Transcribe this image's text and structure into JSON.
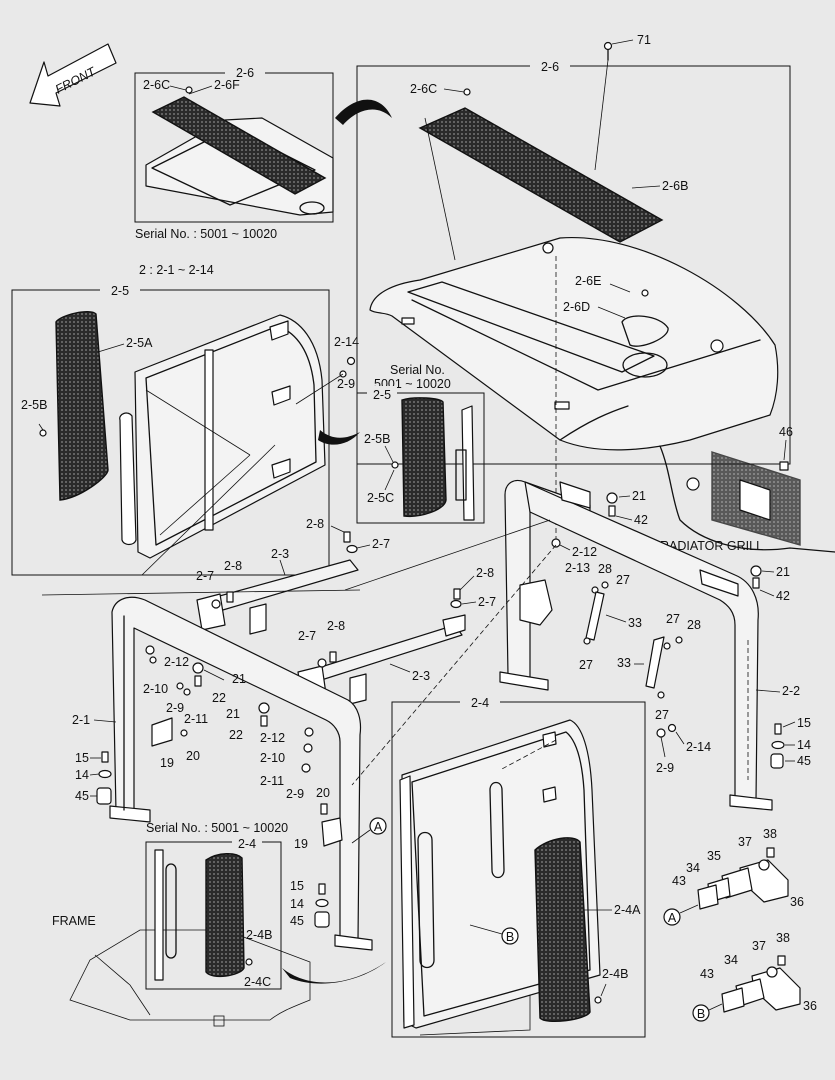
{
  "front_arrow": {
    "label": "FRONT"
  },
  "group_title": "2 : 2-1 ~ 2-14",
  "insets": {
    "inset_26": {
      "title": "2-6",
      "serial": "Serial No. : 5001 ~ 10020"
    },
    "inset_25": {
      "title": "2-5",
      "serial": "Serial No.\n5001 ~ 10020"
    },
    "inset_24": {
      "title": "2-4",
      "serial": "Serial No. : 5001 ~ 10020"
    }
  },
  "frames": {
    "frame_26": {
      "title": "2-6"
    },
    "frame_25": {
      "title": "2-5"
    },
    "frame_24": {
      "title": "2-4"
    }
  },
  "context_labels": {
    "radiator_grill": "RADIATOR GRILL",
    "frame": "FRAME"
  },
  "callouts": {
    "c71": "71",
    "i26_2_6C": "2-6C",
    "i26_2_6F": "2-6F",
    "m26_2_6C": "2-6C",
    "m26_2_6B": "2-6B",
    "m26_2_6E": "2-6E",
    "m26_2_6D": "2-6D",
    "m25_2_5A": "2-5A",
    "m25_2_5B": "2-5B",
    "m25_2_14": "2-14",
    "m25_2_9": "2-9",
    "i25_2_5B": "2-5B",
    "i25_2_5C": "2-5C",
    "c46": "46",
    "c21a": "21",
    "c42a": "42",
    "c2_12a": "2-12",
    "c2_13": "2-13",
    "c28a": "28",
    "c27a": "27",
    "c21b": "21",
    "c42b": "42",
    "c2_8a": "2-8",
    "c2_7a": "2-7",
    "c2_3a": "2-3",
    "c2_7b": "2-7",
    "c2_8b": "2-8",
    "c2_8c": "2-8",
    "c2_7c": "2-7",
    "c2_7d": "2-7",
    "c2_8d": "2-8",
    "c2_3b": "2-3",
    "c33a": "33",
    "c27b": "27",
    "c27c": "27",
    "c28b": "28",
    "c33b": "33",
    "c27d": "27",
    "c2_2": "2-2",
    "c2_14b": "2-14",
    "c2_9b": "2-9",
    "c15a": "15",
    "c14a": "14",
    "c45a": "45",
    "c2_12b": "2-12",
    "c2_10a": "2-10",
    "c21c": "21",
    "c22a": "22",
    "c2_9c": "2-9",
    "c2_11a": "2-11",
    "c21d": "21",
    "c22b": "22",
    "c2_12c": "2-12",
    "c2_1": "2-1",
    "c15b": "15",
    "c14b": "14",
    "c45b": "45",
    "c19a": "19",
    "c20a": "20",
    "c2_10b": "2-10",
    "c2_11b": "2-11",
    "c2_9d": "2-9",
    "c20b": "20",
    "c19b": "19",
    "c15c": "15",
    "c14c": "14",
    "c45c": "45",
    "m24_2_4A": "2-4A",
    "m24_2_4B": "2-4B",
    "i24_2_4B": "2-4B",
    "i24_2_4C": "2-4C",
    "c37a": "37",
    "c38a": "38",
    "c35": "35",
    "c34a": "34",
    "c43a": "43",
    "c36a": "36",
    "c37b": "37",
    "c38b": "38",
    "c34b": "34",
    "c43b": "43",
    "c36b": "36"
  },
  "markers": {
    "A1": "A",
    "A2": "A",
    "B1": "B",
    "B2": "B"
  }
}
